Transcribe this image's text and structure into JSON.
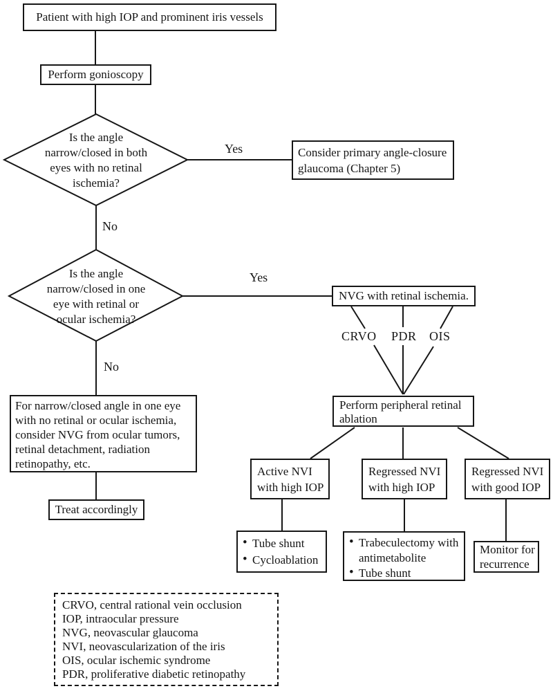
{
  "flowchart": {
    "nodes": {
      "patient": {
        "text": "Patient with high IOP and prominent iris vessels"
      },
      "gonioscopy": {
        "text": "Perform gonioscopy"
      },
      "diamond_both_eyes": {
        "lines": [
          "Is the angle",
          "narrow/closed in both",
          "eyes with no retinal",
          "ischemia?"
        ]
      },
      "primary_acg": {
        "lines": [
          "Consider primary angle-closure",
          "glaucoma (Chapter 5)"
        ]
      },
      "diamond_one_eye": {
        "lines": [
          "Is the angle",
          "narrow/closed in one",
          "eye with retinal or",
          "ocular ischemia?"
        ]
      },
      "nvg_ischemia": {
        "text": "NVG with retinal ischemia."
      },
      "ablation": {
        "lines": [
          "Perform peripheral retinal",
          "ablation"
        ]
      },
      "no_ischemia_note": {
        "lines": [
          "For narrow/closed angle in one eye",
          "with no retinal or ocular ischemia,",
          "consider NVG from ocular tumors,",
          "retinal detachment, radiation",
          "retinopathy, etc."
        ]
      },
      "treat": {
        "text": "Treat accordingly"
      },
      "active_nvi": {
        "lines": [
          "Active NVI",
          "with high IOP"
        ]
      },
      "regressed_high": {
        "lines": [
          "Regressed NVI",
          "with high IOP"
        ]
      },
      "regressed_good": {
        "lines": [
          "Regressed NVI",
          "with good IOP"
        ]
      },
      "tube_cyclo": {
        "items": [
          "Tube shunt",
          "Cycloablation"
        ]
      },
      "trab": {
        "items": [
          "Trabeculectomy with antimetabolite",
          "Tube shunt"
        ]
      },
      "monitor": {
        "lines": [
          "Monitor for",
          "recurrence"
        ]
      }
    },
    "edge_labels": {
      "yes1": "Yes",
      "no1": "No",
      "yes2": "Yes",
      "no2": "No",
      "crvo": "CRVO",
      "pdr": "PDR",
      "ois": "OIS"
    },
    "legend": {
      "lines": [
        "CRVO, central rational vein occlusion",
        "IOP, intraocular pressure",
        "NVG, neovascular glaucoma",
        "NVI, neovascularization of the iris",
        "OIS, ocular ischemic syndrome",
        "PDR, proliferative diabetic retinopathy"
      ]
    },
    "colors": {
      "ink": "#161616",
      "background": "#ffffff"
    }
  }
}
